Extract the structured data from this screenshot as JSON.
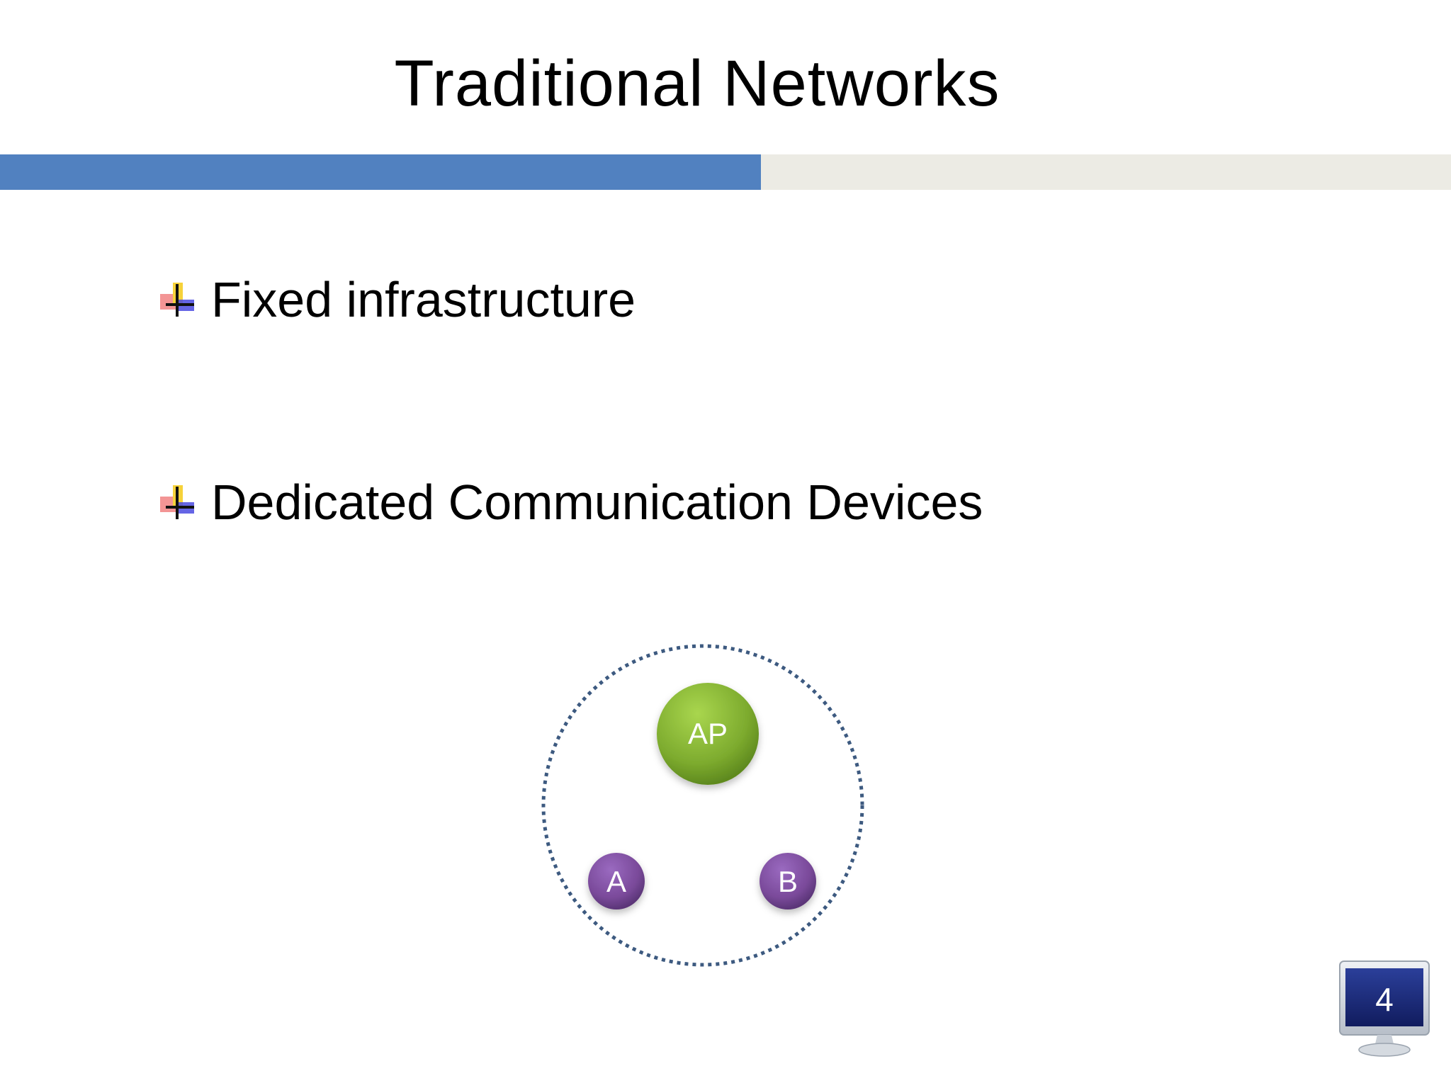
{
  "slide": {
    "title": "Traditional Networks",
    "page_number": "4"
  },
  "bullets": [
    {
      "text": "Fixed infrastructure"
    },
    {
      "text": "Dedicated Communication Devices"
    }
  ],
  "diagram": {
    "nodes": [
      {
        "label": "AP",
        "color": "#7dab2e"
      },
      {
        "label": "A",
        "color": "#7a4a9a"
      },
      {
        "label": "B",
        "color": "#7a4a9a"
      }
    ],
    "boundary": {
      "style": "dotted-circle",
      "color": "#3d5a80"
    }
  },
  "colors": {
    "title_bar_accent": "#5181c0",
    "title_bar_base": "#ecebe4",
    "badge_screen": "#1a2a7a"
  },
  "icons": {
    "bullet": "cross-bullet-icon",
    "page_badge": "monitor-icon"
  }
}
